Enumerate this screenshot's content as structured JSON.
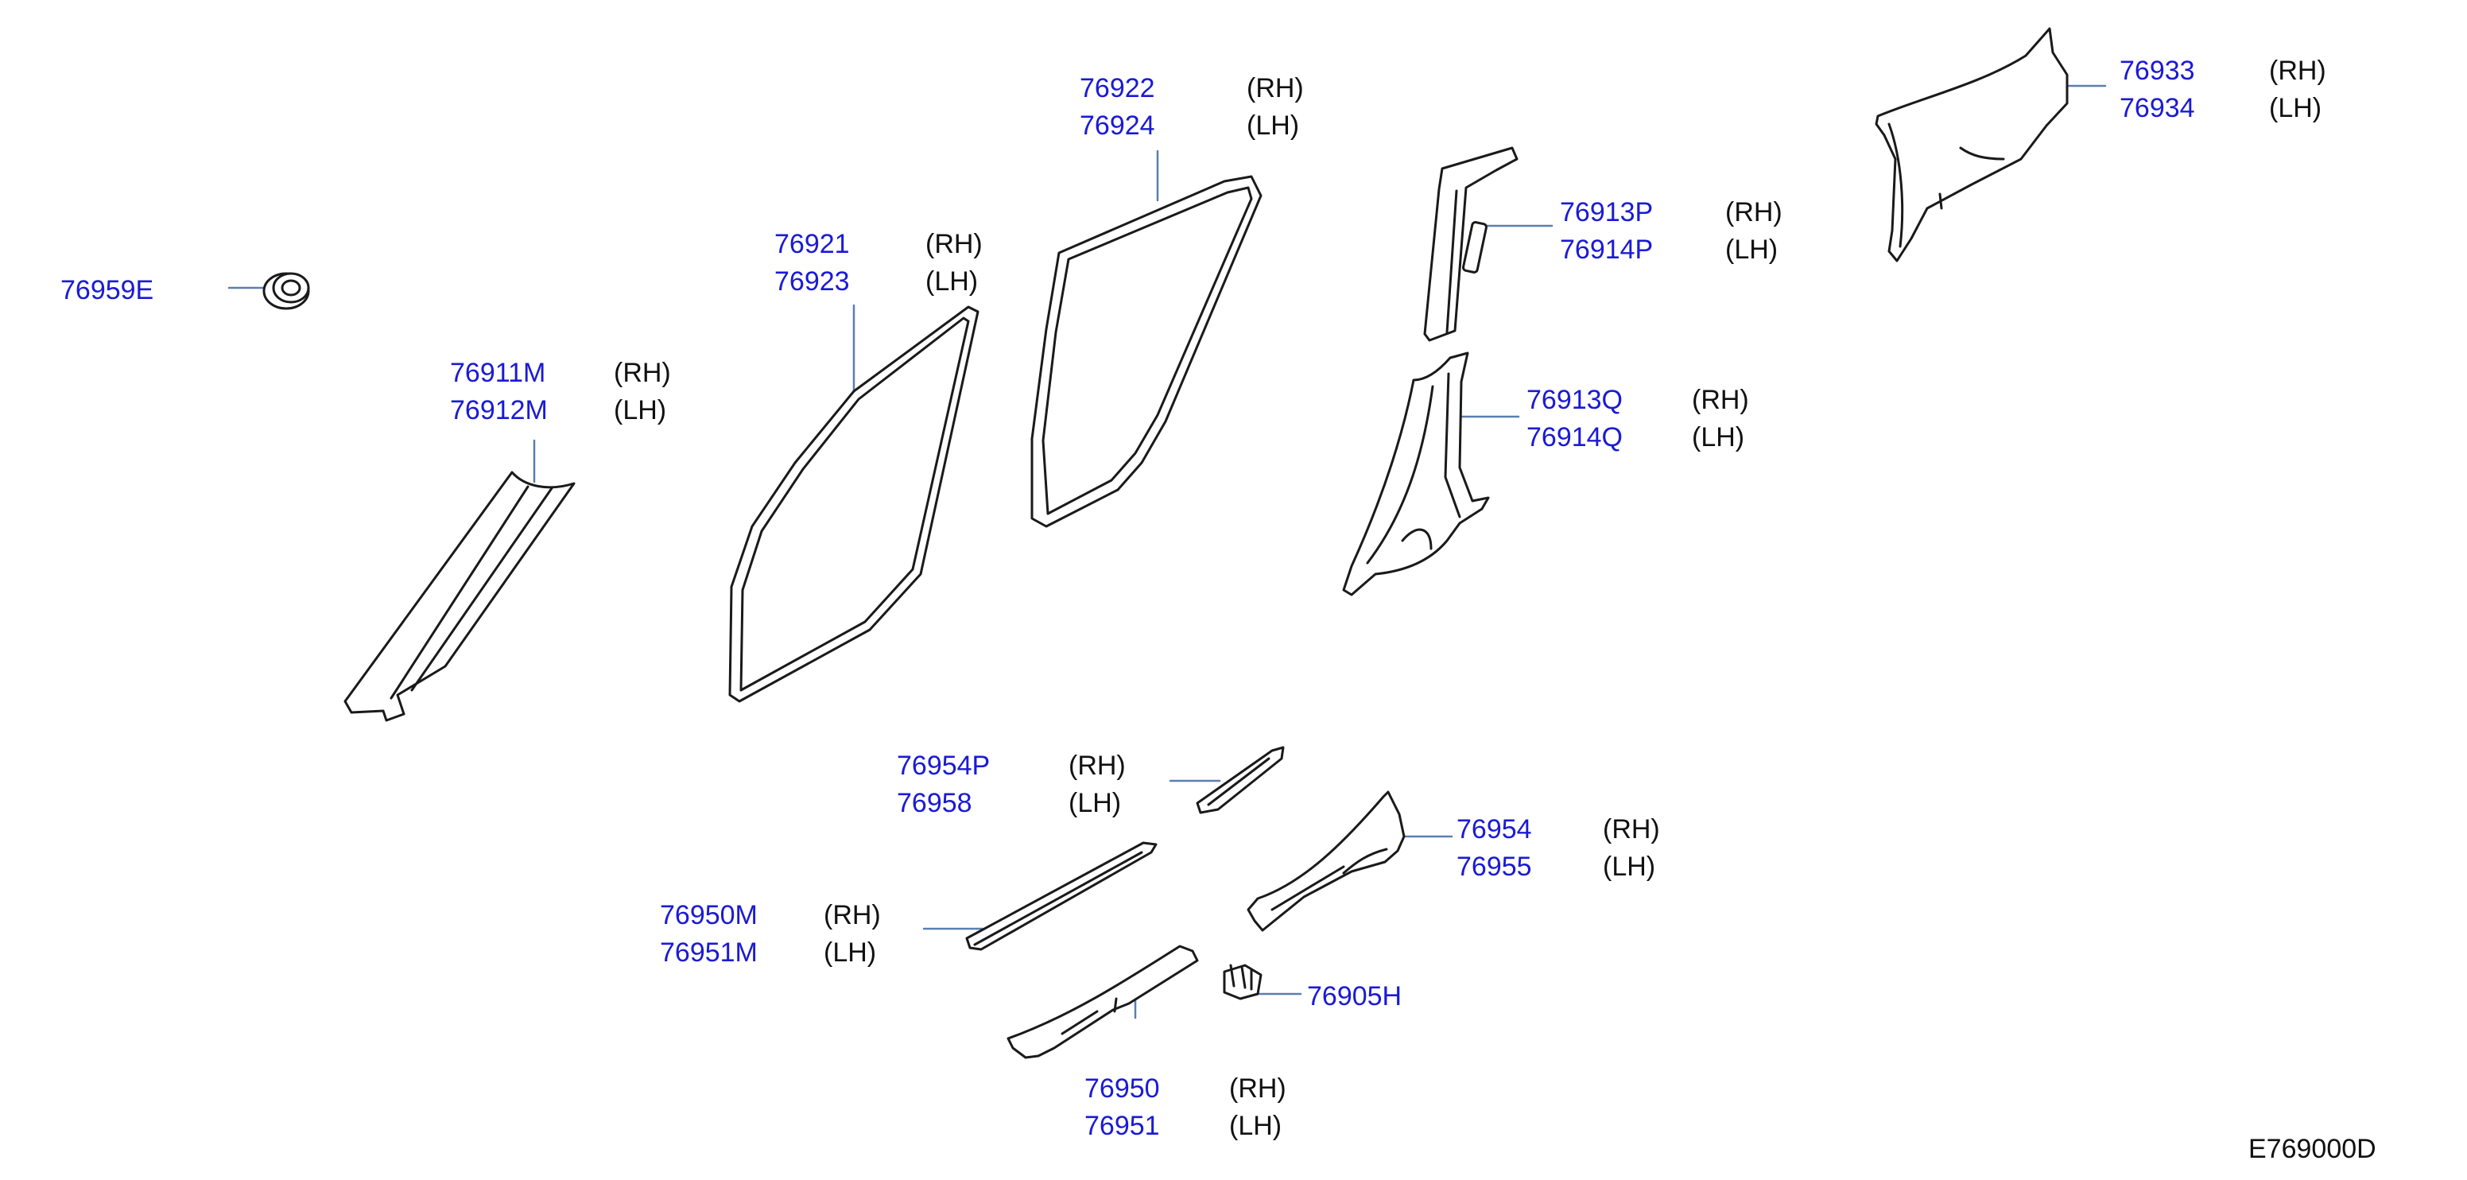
{
  "colors": {
    "part_number": "#1a1ad6",
    "side_text": "#111111",
    "leader_line": "#5a7fb0",
    "part_outline": "#1a1a1a",
    "part_fill": "#ffffff"
  },
  "callouts": [
    {
      "id": "c1",
      "numbers": [
        "76922",
        "76924"
      ],
      "sides": [
        "(RH)",
        "(LH)"
      ]
    },
    {
      "id": "c2",
      "numbers": [
        "76933",
        "76934"
      ],
      "sides": [
        "(RH)",
        "(LH)"
      ]
    },
    {
      "id": "c3",
      "numbers": [
        "76913P",
        "76914P"
      ],
      "sides": [
        "(RH)",
        "(LH)"
      ]
    },
    {
      "id": "c4",
      "numbers": [
        "76921",
        "76923"
      ],
      "sides": [
        "(RH)",
        "(LH)"
      ]
    },
    {
      "id": "c5",
      "numbers": [
        "76959E"
      ],
      "sides": []
    },
    {
      "id": "c6",
      "numbers": [
        "76911M",
        "76912M"
      ],
      "sides": [
        "(RH)",
        "(LH)"
      ]
    },
    {
      "id": "c7",
      "numbers": [
        "76913Q",
        "76914Q"
      ],
      "sides": [
        "(RH)",
        "(LH)"
      ]
    },
    {
      "id": "c8",
      "numbers": [
        "76954P",
        "76958"
      ],
      "sides": [
        "(RH)",
        "(LH)"
      ]
    },
    {
      "id": "c9",
      "numbers": [
        "76954",
        "76955"
      ],
      "sides": [
        "(RH)",
        "(LH)"
      ]
    },
    {
      "id": "c10",
      "numbers": [
        "76950M",
        "76951M"
      ],
      "sides": [
        "(RH)",
        "(LH)"
      ]
    },
    {
      "id": "c11",
      "numbers": [
        "76905H"
      ],
      "sides": []
    },
    {
      "id": "c12",
      "numbers": [
        "76950",
        "76951"
      ],
      "sides": [
        "(RH)",
        "(LH)"
      ]
    }
  ],
  "figure_code": "E769000D"
}
